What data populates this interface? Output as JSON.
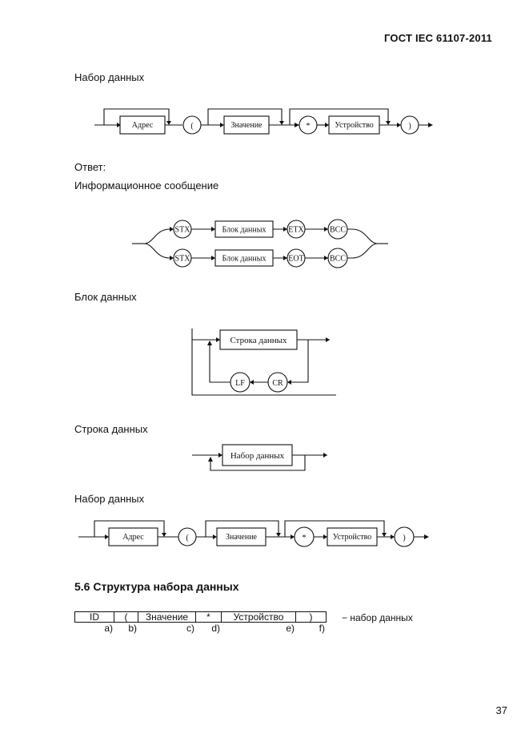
{
  "header": "ГОСТ IEC 61107-2011",
  "labels": {
    "dataset1": "Набор данных",
    "answer": "Ответ:",
    "info_message": "Информационное сообщение",
    "block": "Блок данных",
    "line": "Строка данных",
    "dataset2": "Набор данных"
  },
  "diagram_dataset": {
    "address": "Адрес",
    "open_paren": "(",
    "value": "Значение",
    "star": "*",
    "unit": "Устройство",
    "close_paren": ")"
  },
  "diagram_info": {
    "stx": "STX",
    "data_block": "Блок данных",
    "etx": "ETX",
    "eot": "EOT",
    "bcc": "BCC"
  },
  "diagram_block": {
    "data_line": "Строка данных",
    "lf": "LF",
    "cr": "CR"
  },
  "diagram_line": {
    "dataset": "Набор данных"
  },
  "section": "5.6 Структура набора данных",
  "table": {
    "cells": [
      "ID",
      "(",
      "Значение",
      "*",
      "Устройство",
      ")"
    ],
    "letters": [
      "a)",
      "b)",
      "c)",
      "d)",
      "e)",
      "f)"
    ],
    "tail": "− набор данных"
  },
  "page_number": "37"
}
